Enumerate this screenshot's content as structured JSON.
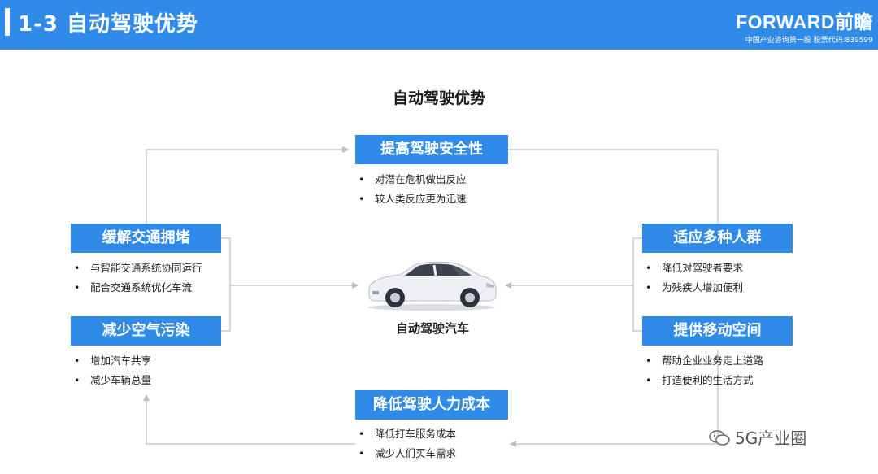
{
  "header": {
    "title": "1-3 自动驾驶优势",
    "brand_logo": "FORWARD前瞻",
    "brand_sub": "中国产业咨询第一股  股票代码:839599"
  },
  "diagram": {
    "title": "自动驾驶优势",
    "center_label": "自动驾驶汽车",
    "nodes": {
      "top": {
        "label": "提高驾驶安全性",
        "bullets": [
          "对潜在危机做出反应",
          "较人类反应更为迅速"
        ]
      },
      "left_top": {
        "label": "缓解交通拥堵",
        "bullets": [
          "与智能交通系统协同运行",
          "配合交通系统优化车流"
        ]
      },
      "left_bottom": {
        "label": "减少空气污染",
        "bullets": [
          "增加汽车共享",
          "减少车辆总量"
        ]
      },
      "right_top": {
        "label": "适应多种人群",
        "bullets": [
          "降低对驾驶者要求",
          "为残疾人增加便利"
        ]
      },
      "right_bottom": {
        "label": "提供移动空间",
        "bullets": [
          "帮助企业业务走上道路",
          "打造便利的生活方式"
        ]
      },
      "bottom": {
        "label": "降低驾驶人力成本",
        "bullets": [
          "降低打车服务成本",
          "减少人们买车需求"
        ]
      }
    },
    "colors": {
      "box": "#2f8ae8",
      "header": "#2f8ae8",
      "connector": "#c8c8c8"
    }
  },
  "watermark": {
    "text": "5G产业圈",
    "icon": "wechat-icon"
  }
}
